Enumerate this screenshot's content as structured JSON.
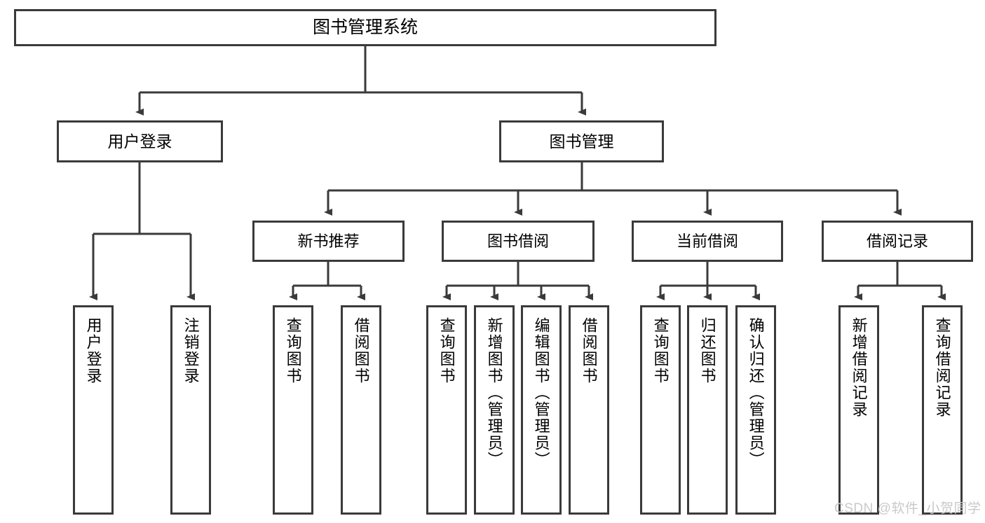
{
  "diagram": {
    "title": "图书管理系统",
    "root": {
      "label": "图书管理系统"
    },
    "level2": [
      {
        "label": "用户登录"
      },
      {
        "label": "图书管理"
      }
    ],
    "level3": [
      {
        "label": "新书推荐"
      },
      {
        "label": "图书借阅"
      },
      {
        "label": "当前借阅"
      },
      {
        "label": "借阅记录"
      }
    ],
    "leaves": {
      "user_login": [
        {
          "label": "用户登录"
        },
        {
          "label": "注销登录"
        }
      ],
      "new_book_recommend": [
        {
          "label": "查询图书"
        },
        {
          "label": "借阅图书"
        }
      ],
      "book_borrow": [
        {
          "label": "查询图书"
        },
        {
          "label": "新增图书（管理员）"
        },
        {
          "label": "编辑图书（管理员）"
        },
        {
          "label": "借阅图书"
        }
      ],
      "current_borrow": [
        {
          "label": "查询图书"
        },
        {
          "label": "归还图书"
        },
        {
          "label": "确认归还（管理员）"
        }
      ],
      "borrow_record": [
        {
          "label": "新增借阅记录"
        },
        {
          "label": "查询借阅记录"
        }
      ]
    }
  },
  "watermark": {
    "text": "CSDN @软件_小贺同学"
  },
  "colors": {
    "stroke": "#3a3a3a",
    "background": "#ffffff",
    "text": "#000000",
    "watermark": "#c9c9c9"
  }
}
